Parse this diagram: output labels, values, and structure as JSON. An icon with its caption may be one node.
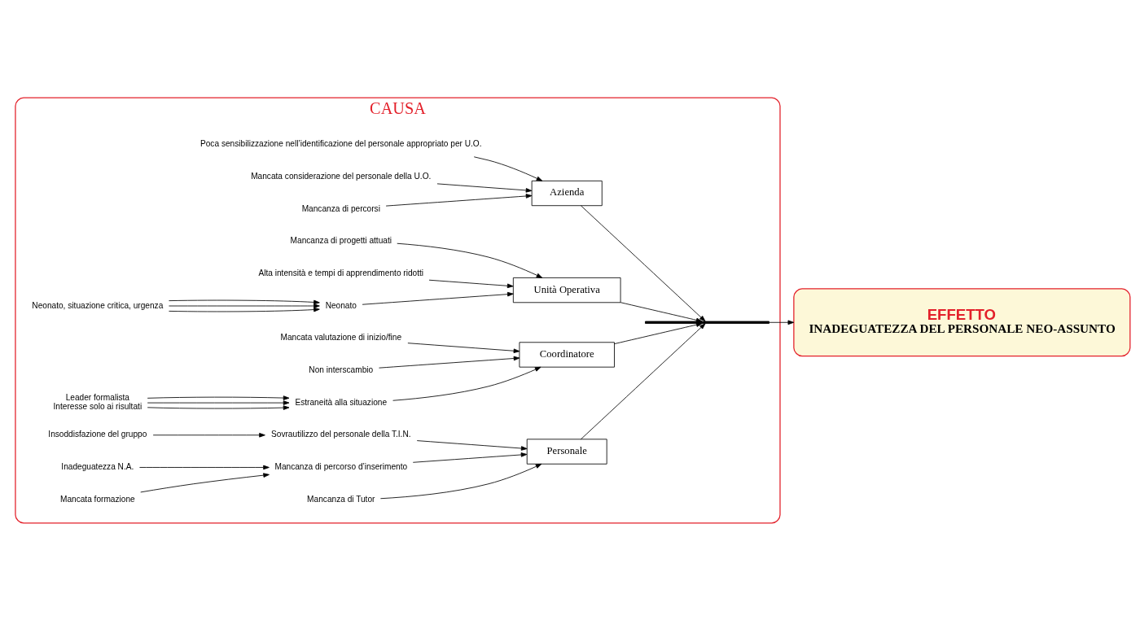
{
  "diagram": {
    "nodes": [
      {
        "text": [
          "CAUSA"
        ]
      },
      {
        "text": [
          "Unità Operativa"
        ],
        "in": 0
      },
      {
        "text": [
          "Azienda"
        ],
        "in": 0
      },
      {
        "text": [
          "Neonato"
        ],
        "in": 0
      },
      {
        "text": [
          "Mancanza di progetti attuati"
        ],
        "in": 0
      },
      {
        "text": [
          "Poca sensibilizzazione nell’identificazione del personale appropriato per U.O."
        ],
        "in": 0
      },
      {
        "text": [
          "Mancata considerazione del personale della U.O."
        ],
        "in": 0
      },
      {
        "text": [
          "Alta intensità e tempi di apprendimento ridotti"
        ],
        "in": 0
      },
      {
        "text": [
          "Neonato, situazione critica, urgenza"
        ],
        "in": 0
      },
      {
        "text": [
          "Mancanza di percorsi"
        ],
        "in": 0
      },
      {
        "text": [],
        "shape": "bar",
        "in": 0
      },
      {
        "text": [
          "Mancanza di Tutor"
        ],
        "in": 0
      },
      {
        "text": [
          "Sovrautilizzo del personale della T.I.N."
        ],
        "in": 0
      },
      {
        "text": [
          "Mancata valutazione di inizio/fine"
        ],
        "in": 0
      },
      {
        "text": [
          "Mancanza di percorso d’inserimento"
        ],
        "in": 0
      },
      {
        "text": [
          "Non interscambio"
        ],
        "in": 0
      },
      {
        "text": [
          "Insoddisfazione del gruppo"
        ],
        "in": 0
      },
      {
        "text": [
          "Estraneità alla situazione"
        ],
        "in": 0
      },
      {
        "text": [
          "Inadeguatezza N.A."
        ],
        "in": 0
      },
      {
        "text": [
          "Mancata formazione"
        ],
        "in": 0
      },
      {
        "text": [
          "Personale"
        ],
        "in": 0
      },
      {
        "text": [
          "Coordinatore"
        ],
        "in": 0
      },
      {
        "text": [
          "Leader formalista",
          "Interesse solo ai risultati"
        ],
        "in": 0
      },
      {
        "text": [
          "EFFETTO",
          "INADEGUATEZZA DEL PERSONALE NEO-ASSUNTO"
        ]
      }
    ],
    "edges": [
      {
        "from": 1,
        "to": 10,
        "arrow": "to"
      },
      {
        "from": 2,
        "to": 10,
        "arrow": "to"
      },
      {
        "from": 20,
        "to": 10,
        "arrow": "to"
      },
      {
        "from": 21,
        "to": 10,
        "arrow": "to"
      },
      {
        "from": 10,
        "to": 23,
        "arrow": "to"
      },
      {
        "from": 3,
        "to": 1,
        "arrow": "to"
      },
      {
        "from": 4,
        "to": 1,
        "arrow": "to"
      },
      {
        "from": 7,
        "to": 1,
        "arrow": "to"
      },
      {
        "from": 8,
        "to": 3,
        "arrow": "to"
      },
      {
        "from": 8,
        "to": 3,
        "arrow": "to"
      },
      {
        "from": 8,
        "to": 3,
        "arrow": "to"
      },
      {
        "from": 5,
        "to": 2,
        "arrow": "to"
      },
      {
        "from": 6,
        "to": 2,
        "arrow": "to"
      },
      {
        "from": 9,
        "to": 2,
        "arrow": "to"
      },
      {
        "from": 11,
        "to": 20,
        "arrow": "to"
      },
      {
        "from": 14,
        "to": 20,
        "arrow": "to"
      },
      {
        "from": 12,
        "to": 20,
        "arrow": "to"
      },
      {
        "from": 18,
        "to": 14,
        "arrow": "to"
      },
      {
        "from": 19,
        "to": 14,
        "arrow": "to"
      },
      {
        "from": 16,
        "to": 12,
        "arrow": "to"
      },
      {
        "from": 13,
        "to": 21,
        "arrow": "to"
      },
      {
        "from": 15,
        "to": 21,
        "arrow": "to"
      },
      {
        "from": 17,
        "to": 21,
        "arrow": "to"
      },
      {
        "from": 22,
        "to": 17,
        "arrow": "to"
      },
      {
        "from": 22,
        "to": 17,
        "arrow": "to"
      },
      {
        "from": 22,
        "to": 17,
        "arrow": "to"
      }
    ]
  }
}
